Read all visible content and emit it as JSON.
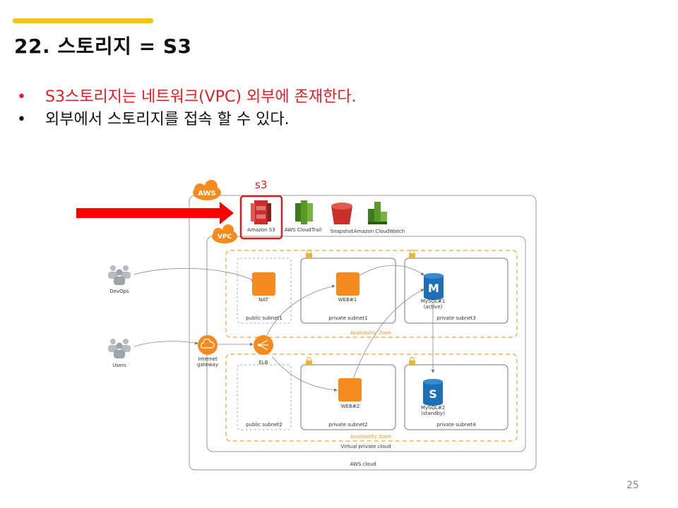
{
  "slide": {
    "title": "22. 스토리지 = S3",
    "bullet_1": "S3스토리지는 네트워크(VPC) 외부에 존재한다.",
    "bullet_2": "외부에서 스토리지를 접속 할 수 있다.",
    "bullet_symbol": "•",
    "page_number": "25",
    "accent_color": "#f5c218",
    "highlight_color": "#e31e24"
  },
  "diagram": {
    "callout": "s3",
    "aws_badge": "AWS",
    "vpc_badge": "VPC",
    "services": {
      "s3": "Amazon S3",
      "cloudtrail": "AWS CloudTrail",
      "snapshot": "Snapshot",
      "cloudwatch": "Amazon CloudWatch"
    },
    "actors": {
      "devops": "DevOps",
      "users": "Users"
    },
    "gateway": {
      "line1": "Internet",
      "line2": "gateway"
    },
    "elb": "ELB",
    "nat": "NAT",
    "web1": "WEB#1",
    "web2": "WEB#2",
    "mysql1": {
      "line1": "MySQL#1",
      "line2": "(active)"
    },
    "mysql2": {
      "line1": "MySQL#2",
      "line2": "(standby)"
    },
    "mysql_letter": "M",
    "standby_letter": "S",
    "subnets": {
      "public1": "public subnet1",
      "private1": "private subnet1",
      "private3": "private subnet3",
      "public2": "public subnet2",
      "private2": "private subnet2",
      "private4": "private subnet4"
    },
    "az_label": "Availability Zone",
    "vpc_label": "Virtual private cloud",
    "aws_cloud_label": "AWS cloud",
    "colors": {
      "orange": "#f58b1f",
      "s3_red": "#c9302c",
      "green": "#5a9a2b",
      "blue": "#1f6fb5",
      "zone_orange": "#f0a43a"
    }
  }
}
